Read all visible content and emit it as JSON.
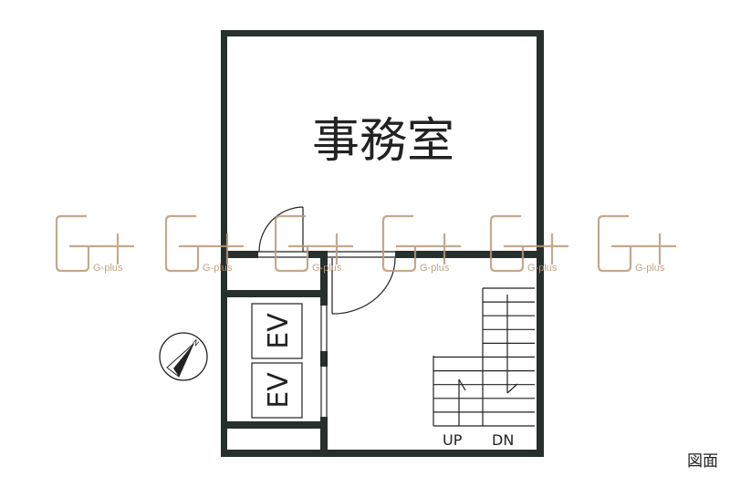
{
  "room_label": "事務室",
  "elevators": [
    "EV",
    "EV"
  ],
  "stairs": {
    "up_label": "UP",
    "down_label": "DN"
  },
  "caption": "図面",
  "compass": {
    "north_label": "N"
  },
  "watermark": {
    "text": "G-plus",
    "color": "#b99a78"
  },
  "wall_color": "#27302c"
}
